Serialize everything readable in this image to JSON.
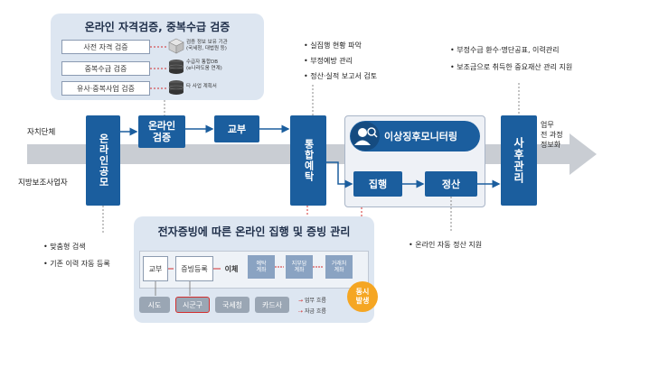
{
  "top_panel": {
    "title": "온라인 자격검증, 중복수급 검증",
    "rows": [
      {
        "label": "사전 자격 검증",
        "note": "검증 정보 보유 기관\n(국세청, 대법원 등)"
      },
      {
        "label": "중복수급 검증",
        "note": "수급자 통합DB\n(e나라도움 연계)"
      },
      {
        "label": "유사·중복사업 검증",
        "note": "타 사업 계획서"
      }
    ]
  },
  "top_bullets_mid": [
    "실집행 현황 파악",
    "부정예방 관리",
    "정산·실적 보고서 검토"
  ],
  "top_bullets_right": [
    "부정수급 환수·명단공표, 이력관리",
    "보조금으로 취득한 중요재산 관리 지원"
  ],
  "side_labels": {
    "row1": "자치단체",
    "row2": "지방보조사업자"
  },
  "flow": {
    "online_notice": "온라인공모",
    "online_verify": "온라인\n검증",
    "delivery": "교부",
    "integrated_budget": "통합예탁",
    "monitoring": "이상징후모니터링",
    "execution": "집행",
    "settlement": "정산",
    "post_manage": "사후관리",
    "end_note": "업무\n전 과정\n정보화"
  },
  "bottom_panel": {
    "title": "전자증빙에 따른 온라인 집행 및 증빙 관리",
    "steps": [
      "교부",
      "증빙등록",
      "이체"
    ],
    "accounts": [
      "예탁\n계좌",
      "지부담\n계좌",
      "거래처\n계좌"
    ],
    "agencies": [
      "시도",
      "시군구",
      "국세청",
      "카드사"
    ],
    "badge": "동시\n발생",
    "legend": [
      "업무 흐름",
      "자금 흐름"
    ]
  },
  "bottom_bullets_left": [
    "맞춤형 검색",
    "기존 이력 자동 등록"
  ],
  "bottom_bullets_right": [
    "온라인 자동 정산 지원"
  ],
  "colors": {
    "primary": "#1b5e9e",
    "panel": "#dde6f1",
    "accent_red": "#d32f2f",
    "badge": "#f5a623",
    "band": "#c9cdd3"
  }
}
